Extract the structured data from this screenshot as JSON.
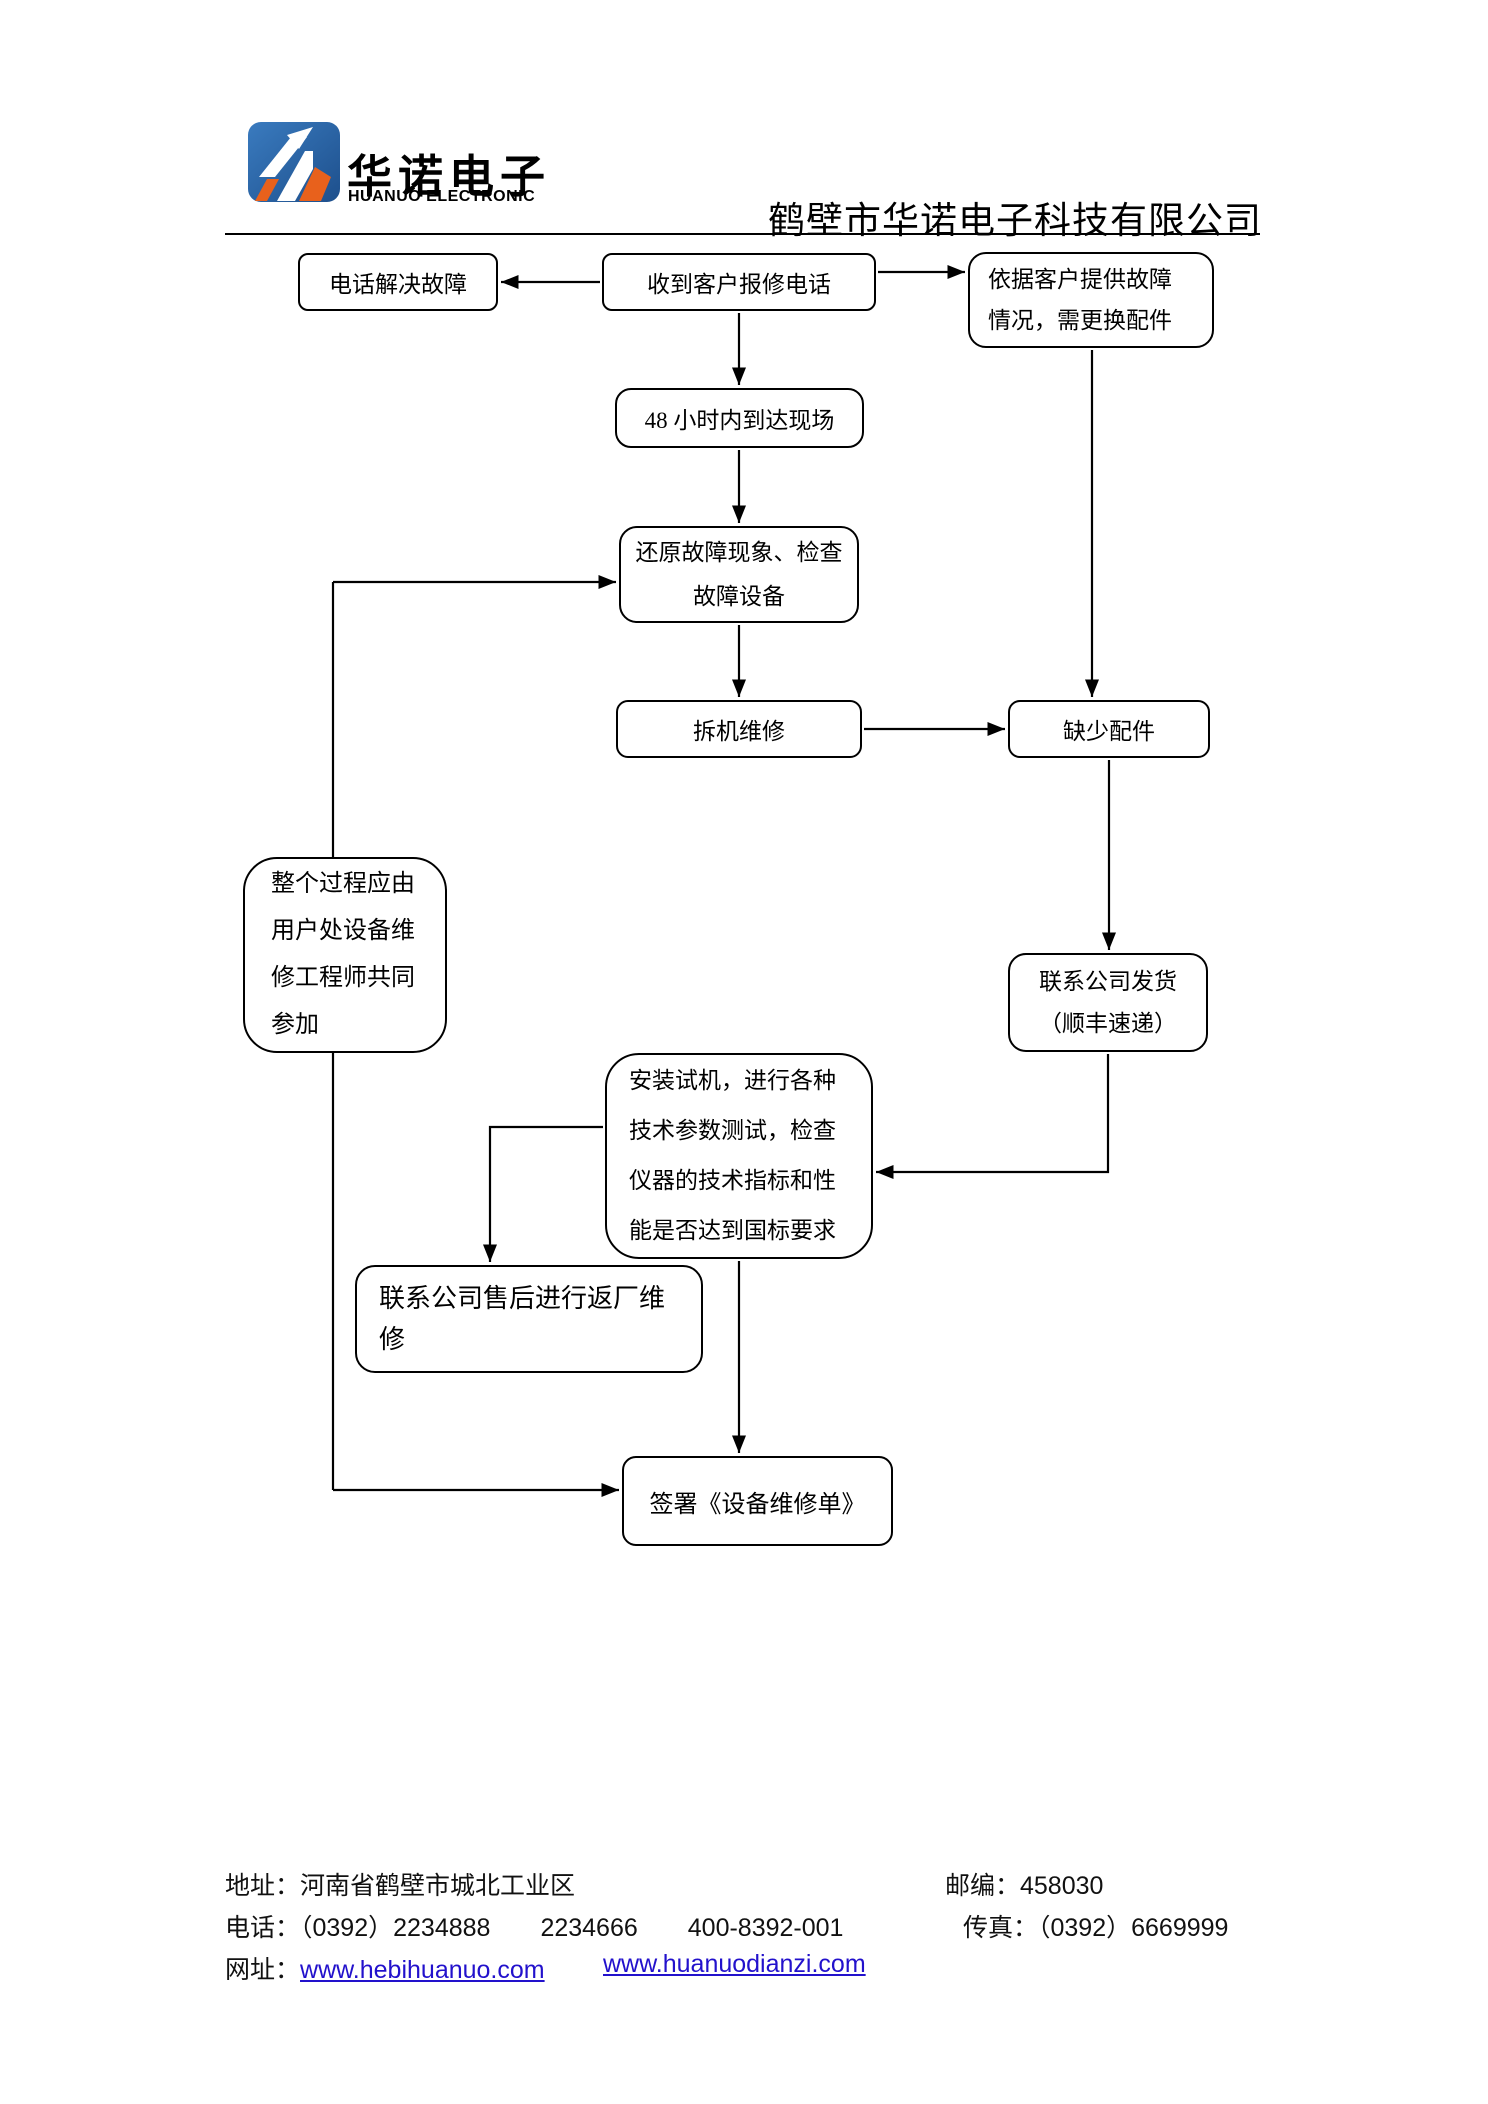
{
  "header": {
    "logo_zh": "华诺电子",
    "logo_en": "HUANUO ELECTRONIC",
    "company_title": "鹤壁市华诺电子科技有限公司",
    "logo_colors": {
      "blue": "#2b6cb0",
      "blue_dark": "#1d4f8c",
      "orange": "#e8611c"
    }
  },
  "flowchart": {
    "nodes": [
      {
        "id": "phone-solve",
        "text": "电话解决故障"
      },
      {
        "id": "receive-call",
        "text": "收到客户报修电话"
      },
      {
        "id": "provide-fault",
        "lines": [
          "依据客户提供故障",
          "情况，需更换配件"
        ]
      },
      {
        "id": "arrive-48h",
        "text": "48 小时内到达现场"
      },
      {
        "id": "restore-check",
        "lines": [
          "还原故障现象、检查",
          "故障设备"
        ]
      },
      {
        "id": "disassemble",
        "text": "拆机维修"
      },
      {
        "id": "lack-parts",
        "text": "缺少配件"
      },
      {
        "id": "process-note",
        "lines": [
          "整个过程应由",
          "用户处设备维",
          "修工程师共同",
          "参加"
        ]
      },
      {
        "id": "ship-parts",
        "lines": [
          "联系公司发货",
          "（顺丰速递）"
        ]
      },
      {
        "id": "install-test",
        "lines": [
          "安装试机，进行各种",
          "技术参数测试，检查",
          "仪器的技术指标和性",
          "能是否达到国标要求"
        ]
      },
      {
        "id": "return-repair",
        "text": "联系公司售后进行返厂维修"
      },
      {
        "id": "sign-form",
        "text": "签署《设备维修单》"
      }
    ],
    "line_color": "#000000"
  },
  "footer": {
    "address": "地址：河南省鹤壁市城北工业区",
    "postcode": "邮编：458030",
    "phone": "电话：（0392）2234888　　2234666　　400-8392-001",
    "fax": "传真：（0392）6669999",
    "web_label": "网址：",
    "website1": "www.hebihuanuo.com",
    "website2": "www.huanuodianzi.com",
    "link_color": "#2211cc"
  }
}
